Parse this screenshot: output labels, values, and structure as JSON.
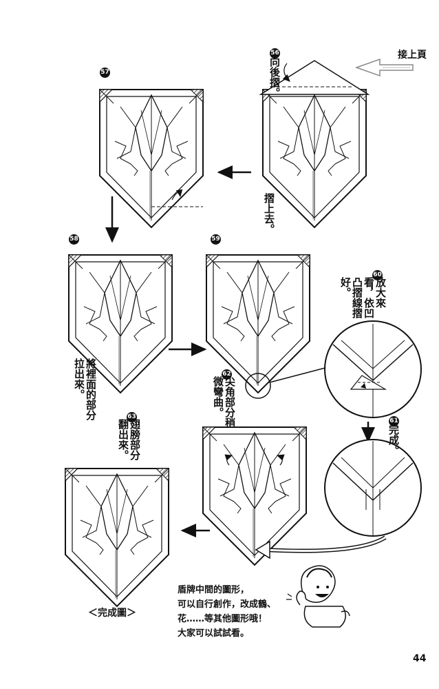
{
  "header": {
    "continue_label": "接上頁"
  },
  "steps": [
    {
      "num": "56",
      "text": "向後摺。"
    },
    {
      "num": "57",
      "text": ""
    },
    {
      "num": "58",
      "text": ""
    },
    {
      "num": "59",
      "text": ""
    },
    {
      "num": "60",
      "text": "放大來看，依凹凸摺線摺好。"
    },
    {
      "num": "61",
      "text": "完成。"
    },
    {
      "num": "62",
      "text": "尖角部分稍微彎曲。"
    },
    {
      "num": "63",
      "text": "翅膀部分翻出來。"
    }
  ],
  "notes": {
    "fold_up": "摺上去。",
    "pull_out": "將裡面的部分拉出來。"
  },
  "final_caption": "＜完成圖＞",
  "speech": {
    "lines": [
      "盾牌中間的圖形，",
      "可以自行創作，改成鶴、",
      "花……等其他圖形哦！",
      "大家可以試試看。"
    ]
  },
  "page_number": "44"
}
